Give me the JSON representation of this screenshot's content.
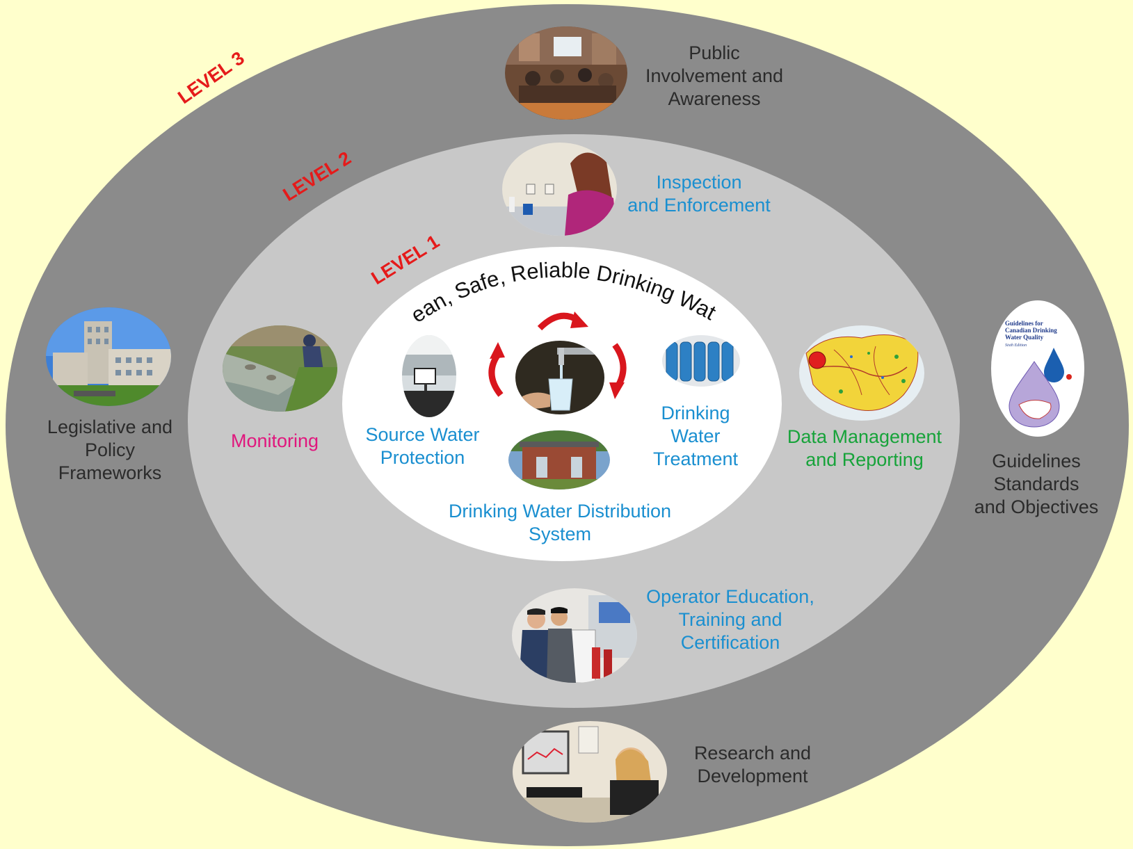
{
  "levels": {
    "level3": "LEVEL 3",
    "level2": "LEVEL 2",
    "level1": "LEVEL 1"
  },
  "core": {
    "title": "Clean, Safe, Reliable Drinking Water",
    "source_water": "Source Water\nProtection",
    "treatment": "Drinking\nWater\nTreatment",
    "distribution": "Drinking Water Distribution\nSystem"
  },
  "level2": {
    "inspection": "Inspection\nand Enforcement",
    "monitoring": "Monitoring",
    "data_management": "Data Management\nand Reporting",
    "operator_education": "Operator Education,\nTraining and\nCertification"
  },
  "level3": {
    "public_involvement": "Public\nInvolvement and\nAwareness",
    "legislative": "Legislative and\nPolicy\nFrameworks",
    "guidelines": "Guidelines\nStandards\nand Objectives",
    "research": "Research and\nDevelopment"
  },
  "guidelines_cover": {
    "title": "Guidelines for\nCanadian Drinking\nWater Quality",
    "edition": "Sixth Edition"
  },
  "colors": {
    "level3_ring": "#8b8b8b",
    "level2_ring": "#c8c8c8",
    "core": "#ffffff",
    "level_tag": "#e51a1a",
    "blue_text": "#1a8fd0",
    "pink_text": "#e0177d",
    "green_text": "#17a33a",
    "arrow": "#d9161d"
  }
}
